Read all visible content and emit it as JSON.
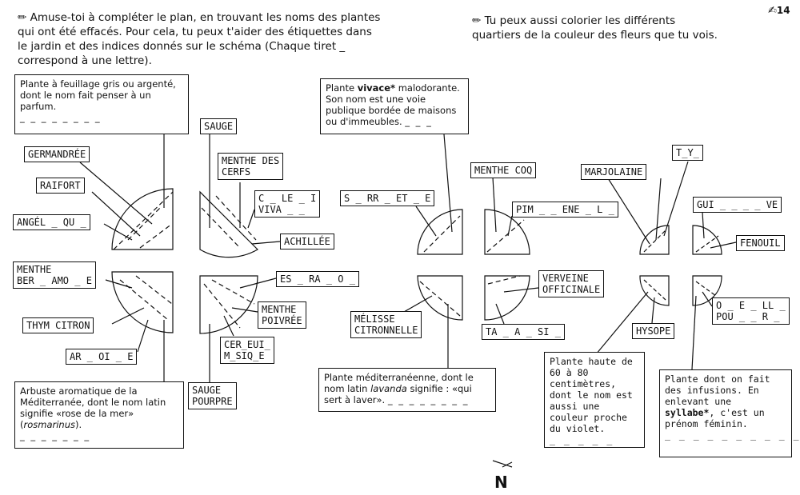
{
  "header": {
    "left_line1": "Amuse-toi à compléter le plan, en trouvant les noms des plantes",
    "left_line2": "qui ont été effacés. Pour cela, tu peux t'aider des étiquettes dans",
    "left_line3": "le jardin et des indices donnés sur le schéma (Chaque tiret _",
    "left_line4": "correspond à une lettre).",
    "right_line1": "Tu peux aussi colorier les différents",
    "right_line2": "quartiers de la couleur des fleurs que tu vois.",
    "page_number": "14",
    "pencil_symbol": "✏"
  },
  "clues": {
    "grey_leaves": {
      "text": "Plante à feuillage gris ou argenté, dont le nom fait penser à un parfum.",
      "blanks": "_ _ _ _ _ _ _ _"
    },
    "vivace": {
      "text_pre": "Plante ",
      "text_bold": "vivace*",
      "text_post": " malodorante. Son nom est une voie publique bordée de maisons ou d'immeubles.",
      "blanks": "_ _ _"
    },
    "rosemary": {
      "text_pre": "Arbuste aromatique de la Méditerranée, dont le nom latin signifie «rose de la mer» (",
      "text_italic": "rosmarinus",
      "text_post": ").",
      "blanks": "_ _ _ _ _ _ _"
    },
    "lavender": {
      "text_pre": "Plante méditerranéenne, dont le nom latin ",
      "text_italic": "lavanda",
      "text_post": " signifie : «qui sert à laver».",
      "blanks": "_ _ _ _ _ _ _ _"
    },
    "tall": {
      "text": "Plante haute de 60 à 80 centimètres, dont le nom est aussi une couleur proche du violet.",
      "blanks": "_ _ _ _ _"
    },
    "infusion": {
      "text_pre": "Plante dont on fait des infusions. En enlevant une ",
      "text_bold": "syllabe*",
      "text_post": ", c'est un prénom féminin.",
      "blanks": "_ _ _ _ _ _ _ _ _ _"
    }
  },
  "labels": {
    "germandree": "GERMANDRÉE",
    "raifort": "RAIFORT",
    "angelique": "ANGÉL _ QU _",
    "sauge": "SAUGE",
    "menthe_cerfs": "MENTHE DES\nCERFS",
    "cleivia": "C _ LE _ I\nVIVA _ _",
    "achillee": "ACHILLÉE",
    "menthe_bergamote": "MENTHE\nBER _ AMO _ E",
    "thym_citron": "THYM CITRON",
    "armoise": "AR _ OI _ E",
    "estragon": "ES _ RA _ O _",
    "menthe_poivree": "MENTHE\nPOIVRÉE",
    "cerfeuil": "CER_EUI_\nM_SIQ_E",
    "sauge_pourpre": "SAUGE\nPOURPRE",
    "sarriette": "S _ RR _ ET _ E",
    "melisse": "MÉLISSE\nCITRONNELLE",
    "menthe_coq": "MENTHE COQ",
    "pimprenelle": "PIM _ _ ENE _ L _",
    "verveine": "VERVEINE\nOFFICINALE",
    "tanaisie": "TA _ A _ SI _",
    "marjolaine": "MARJOLAINE",
    "thym": "T_Y_",
    "guimauve": "GUI _ _ _ _ VE",
    "fenouil": "FENOUIL",
    "hysope": "HYSOPE",
    "oseille": "O _ E _ LL _\nPOU _ _ R _"
  },
  "compass": {
    "letter": "N"
  }
}
